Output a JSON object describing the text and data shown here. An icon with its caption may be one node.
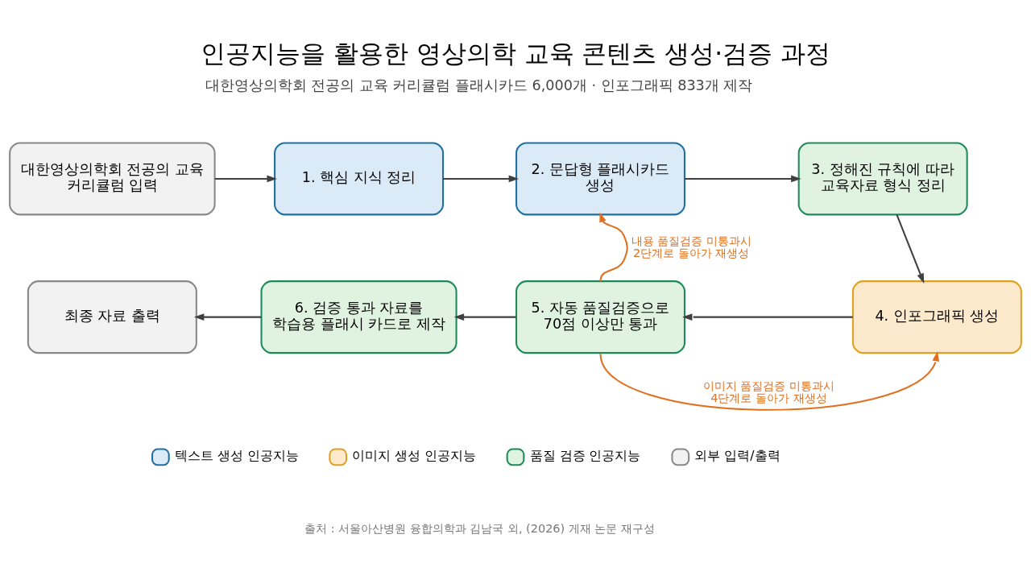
{
  "diagram": {
    "title": "인공지능을 활용한 영상의학 교육 콘텐츠 생성·검증 과정",
    "caption": "출처 : 서울아산병원 융합의학과 김남국 외, (2026) 게재 논문 재구성",
    "nodes": [
      {
        "text": [
          "대한영상의학회 전공의 교육 커리큘럼 입력"
        ]
      },
      {
        "text": [
          "1. 핵심 지식 정리"
        ]
      },
      {
        "text": [
          "2. 문답형 플래시카드 생성"
        ]
      },
      {
        "text": [
          "3. 정해진 규칙에 따라 교육자료 형식 정리"
        ]
      },
      {
        "text": [
          "4. 인포그래픽 생성"
        ]
      },
      {
        "text": [
          "5. 자동 품질검증으로 70점 이상만 통과"
        ]
      },
      {
        "text": [
          "6. 검증 통과 자료를 학습용 플래시 카드로 제작"
        ]
      },
      {
        "text": [
          "최종 자료 출력"
        ]
      }
    ],
    "edges": [
      {
        "from": 0,
        "to": 1,
        "arrow": "to"
      },
      {
        "from": 1,
        "to": 2,
        "arrow": "to"
      },
      {
        "from": 2,
        "to": 3,
        "arrow": "to"
      },
      {
        "from": 3,
        "to": 4,
        "arrow": "to"
      },
      {
        "from": 4,
        "to": 5,
        "arrow": "to"
      },
      {
        "from": 5,
        "to": 6,
        "arrow": "to"
      },
      {
        "from": 6,
        "to": 7,
        "arrow": "to"
      },
      {
        "from": 5,
        "to": 2,
        "arrow": "to",
        "label": "내용 품질검증 미통과시 2단계로 돌아가 재생성",
        "color": "#e07020"
      },
      {
        "from": 5,
        "to": 4,
        "arrow": "to",
        "label": "이미지 품질검증 미통과시 4단계로 돌아가 재생성",
        "color": "#e07020"
      }
    ],
    "labels": [
      "대한영상의학회 전공의 교육 커리큘럼 플래시카드 6,000개 · 인포그래픽 833개 제작"
    ],
    "legend": [
      {
        "text": "텍스트 생성 인공지능",
        "color": "#dbeaf7"
      },
      {
        "text": "이미지 생성 인공지능",
        "color": "#fde9cc"
      },
      {
        "text": "품질 검증 인공지능",
        "color": "#e0f2e0"
      },
      {
        "text": "외부 입력/출력",
        "color": "#f2f2f2"
      }
    ]
  }
}
